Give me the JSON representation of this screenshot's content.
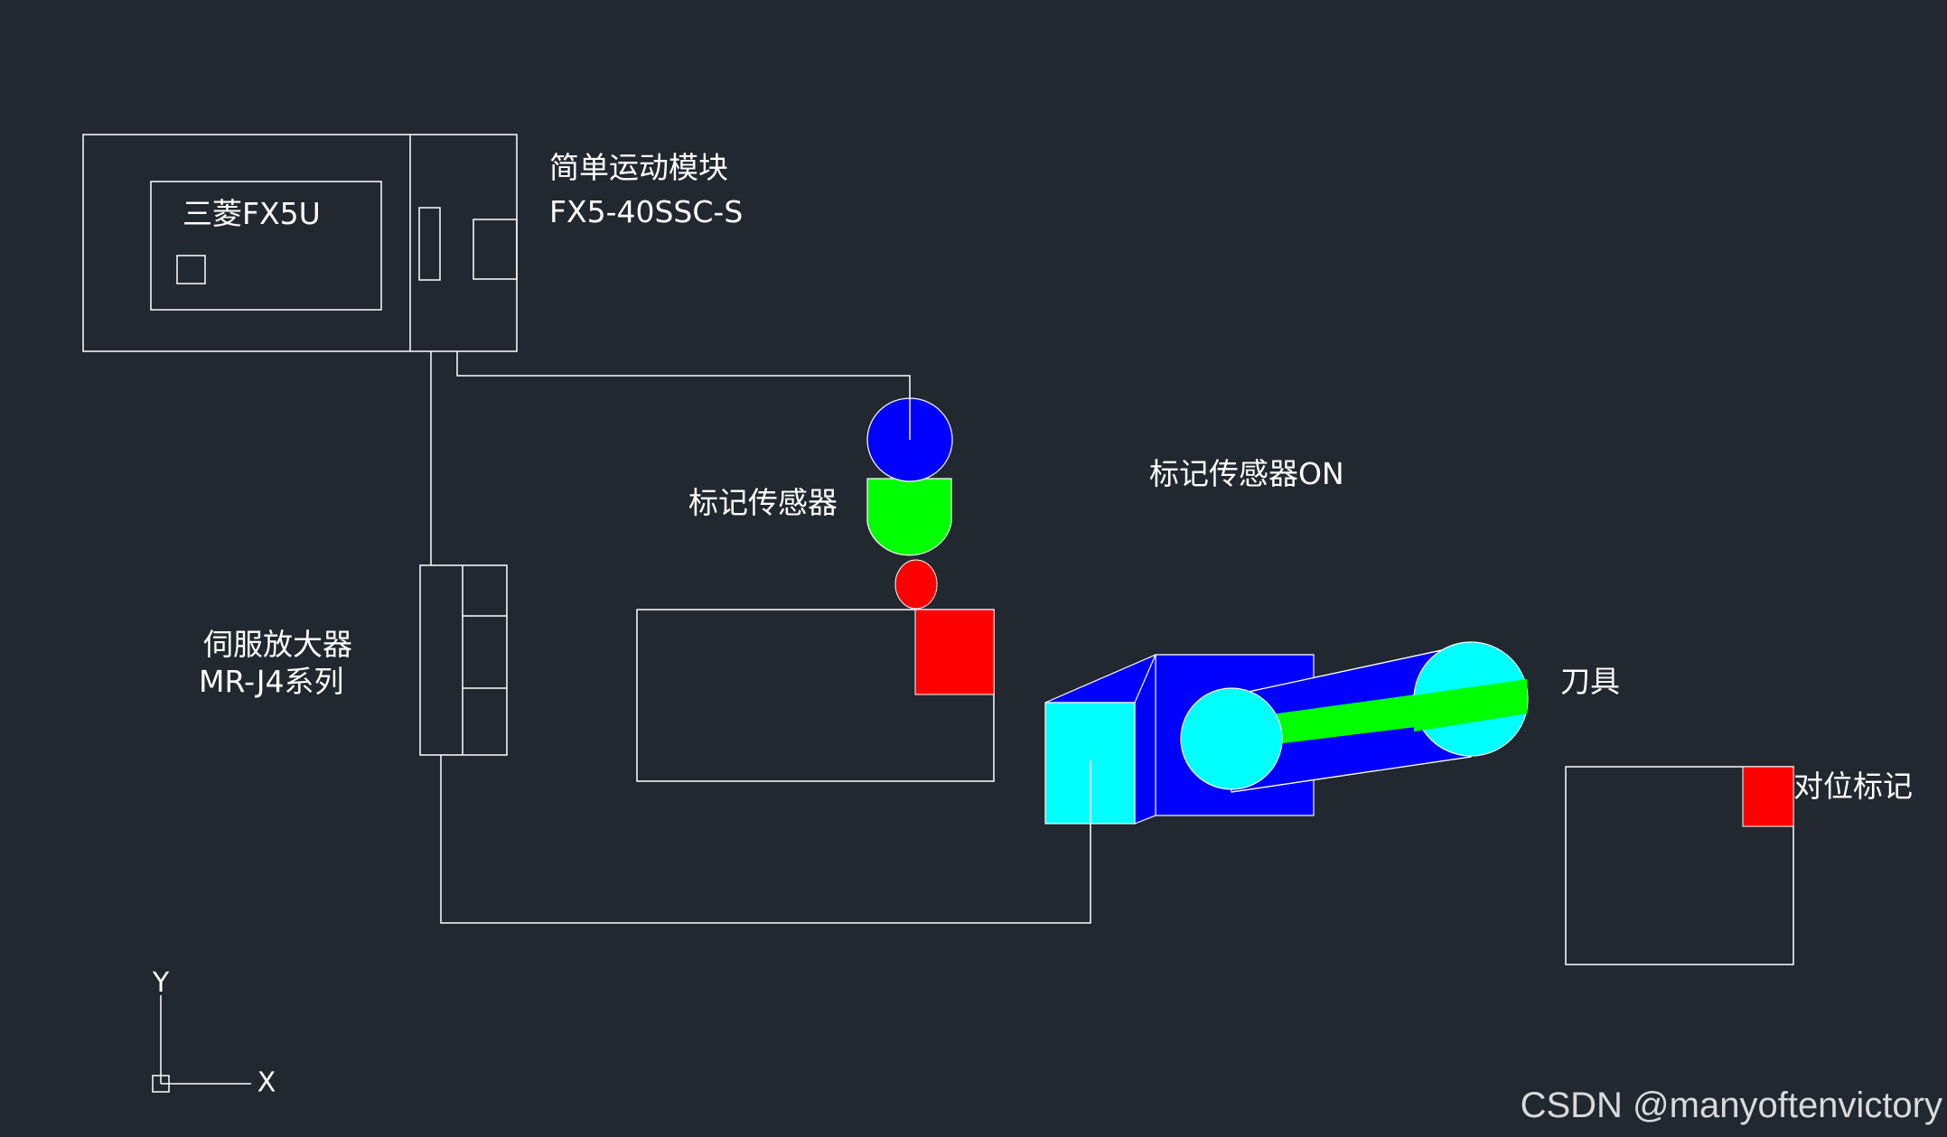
{
  "labels": {
    "plc": "三菱FX5U",
    "motion_module_line1": "简单运动模块",
    "motion_module_line2": "FX5-40SSC-S",
    "sensor": "标记传感器",
    "sensor_on": "标记传感器ON",
    "servo_line1": "伺服放大器",
    "servo_line2": "MR-J4系列",
    "tool": "刀具",
    "alignment_mark": "对位标记",
    "axis_y": "Y",
    "axis_x": "X"
  },
  "watermark": "CSDN @manyoftenvictory",
  "colors": {
    "background": "#212830",
    "outline": "#ffffff",
    "mark_red": "#ff0000",
    "sensor_blue": "#0000ff",
    "sensor_green": "#00ff00",
    "cutter_cyan": "#00ffff",
    "cutter_blue": "#0000ff",
    "cutter_green": "#00ff00"
  }
}
